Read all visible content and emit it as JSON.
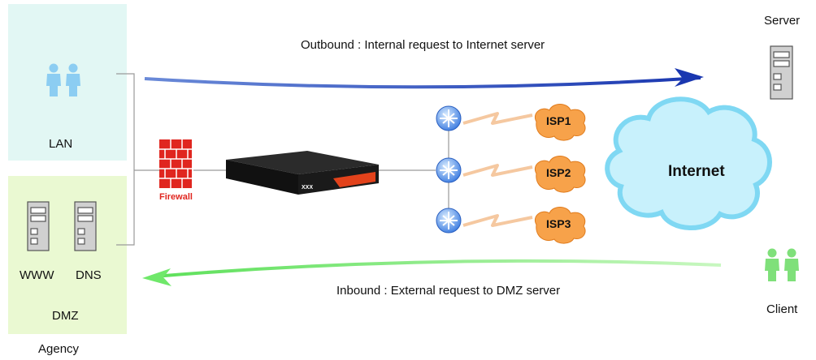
{
  "colors": {
    "lan_bg": "#e2f7f4",
    "dmz_bg": "#eaf9d2",
    "outbound_arrow": "#1f3fb8",
    "inbound_arrow": "#8ef07f",
    "router": "#3b7be0",
    "isp_cloud": "#f7a24a",
    "internet_cloud": "#bfeefe",
    "people_lan": "#8ccdf2",
    "people_client": "#7fe07a",
    "firewall": "#e0261f"
  },
  "icons": [
    "people-icon",
    "server-icon",
    "firewall-icon",
    "router-icon",
    "cloud-icon",
    "lightning-icon",
    "appliance-icon"
  ],
  "lan": {
    "label": "LAN"
  },
  "dmz": {
    "label": "DMZ",
    "www_label": "WWW",
    "dns_label": "DNS"
  },
  "agency": {
    "label": "Agency"
  },
  "firewall": {
    "label": "Firewall"
  },
  "outbound": {
    "text": "Outbound : Internal request to Internet server"
  },
  "inbound": {
    "text": "Inbound : External request to DMZ server"
  },
  "isps": [
    {
      "label": "ISP1"
    },
    {
      "label": "ISP2"
    },
    {
      "label": "ISP3"
    }
  ],
  "internet": {
    "label": "Internet"
  },
  "server": {
    "label": "Server"
  },
  "client": {
    "label": "Client"
  }
}
